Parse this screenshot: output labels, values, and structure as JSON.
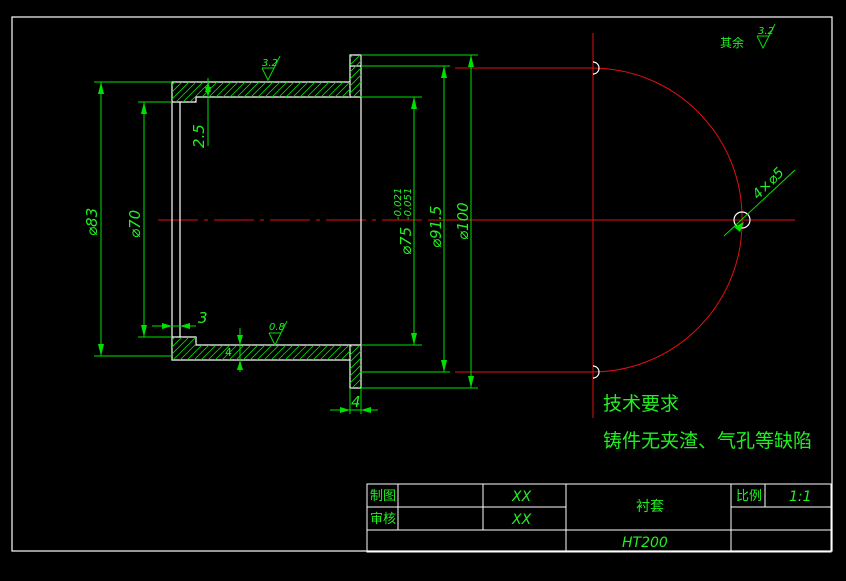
{
  "colors": {
    "background": "#000000",
    "outline": "#ffffff",
    "dimension": "#22ee22",
    "centerline": "#e01010"
  },
  "dimensions": {
    "d83": "⌀83",
    "d70": "⌀70",
    "d75": "⌀75",
    "d75_upper_tol": "-0.021",
    "d75_lower_tol": "-0.051",
    "d91_5": "⌀91.5",
    "d100": "⌀100",
    "wall_2_5": "2.5",
    "step_3": "3",
    "flange_4_vertical": "4",
    "flange_4_horizontal": "4",
    "holes": "4×⌀5"
  },
  "roughness": {
    "top": "3.2",
    "bottom": "0.8",
    "corner_label": "其余",
    "corner_value": "3.2"
  },
  "notes": {
    "heading": "技术要求",
    "line1": "铸件无夹渣、气孔等缺陷"
  },
  "title_block": {
    "drawn_label": "制图",
    "drawn_value": "XX",
    "checked_label": "审核",
    "checked_value": "XX",
    "part_name": "衬套",
    "scale_label": "比例",
    "scale_value": "1:1",
    "material": "HT200"
  }
}
